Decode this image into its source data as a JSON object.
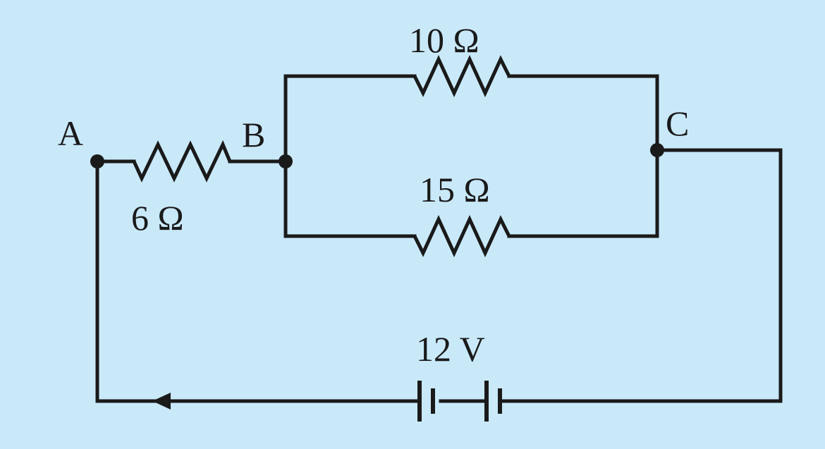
{
  "colors": {
    "background": "#c9e9f9",
    "wire": "#1a1a1a"
  },
  "nodes": {
    "a": "A",
    "b": "B",
    "c": "C"
  },
  "components": {
    "resistor_ab": "6 Ω",
    "resistor_top": "10 Ω",
    "resistor_bottom": "15 Ω",
    "battery": "12 V"
  }
}
